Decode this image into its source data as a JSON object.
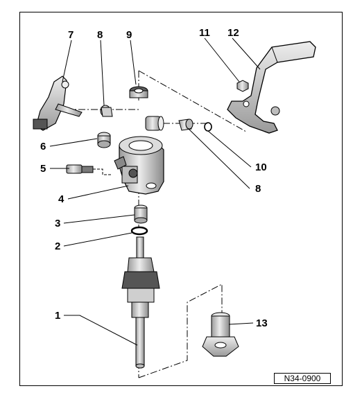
{
  "diagram": {
    "reference": "N34-0900",
    "callouts": [
      "1",
      "2",
      "3",
      "4",
      "5",
      "6",
      "7",
      "8",
      "8",
      "9",
      "10",
      "11",
      "12",
      "13"
    ]
  },
  "colors": {
    "line": "#000000",
    "part_fill": "#d9d9d9",
    "part_dark": "#7f7f7f",
    "background": "#ffffff"
  }
}
